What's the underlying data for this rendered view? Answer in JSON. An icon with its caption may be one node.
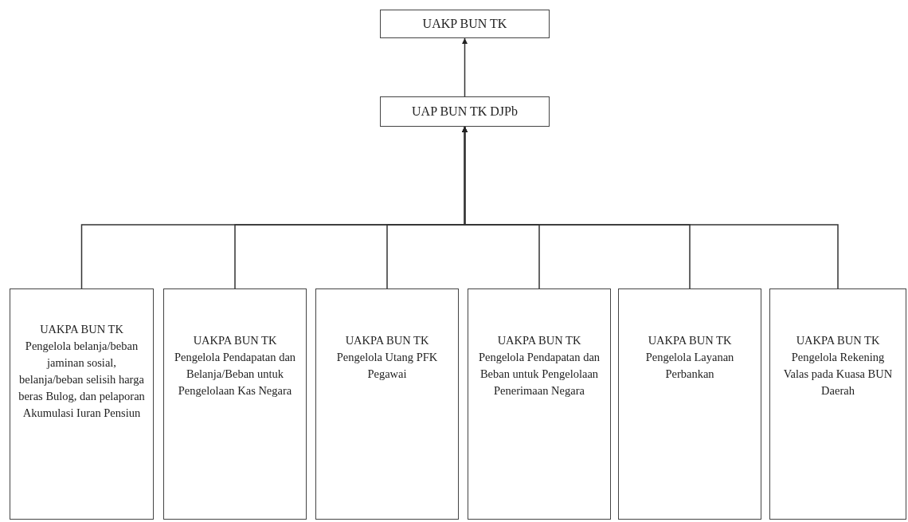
{
  "diagram": {
    "nodes": [
      {
        "text": [
          "UAKP BUN TK"
        ]
      },
      {
        "text": [
          "UAP BUN TK DJPb"
        ]
      },
      {
        "text": [
          "UAKPA BUN TK Pengelola belanja/beban jaminan sosial, belanja/beban selisih harga beras Bulog, dan pelaporan Akumulasi Iuran Pensiun"
        ]
      },
      {
        "text": [
          "UAKPA BUN TK Pengelola Pendapatan dan Belanja/Beban untuk Pengelolaan Kas Negara"
        ]
      },
      {
        "text": [
          "UAKPA BUN TK Pengelola Utang PFK Pegawai"
        ]
      },
      {
        "text": [
          "UAKPA BUN TK Pengelola Pendapatan dan Beban untuk Pengelolaan Penerimaan Negara"
        ]
      },
      {
        "text": [
          "UAKPA BUN TK Pengelola Layanan Perbankan"
        ]
      },
      {
        "text": [
          "UAKPA BUN TK Pengelola Rekening Valas pada Kuasa BUN Daerah"
        ]
      }
    ],
    "edges": [
      {
        "from": 1,
        "to": 0,
        "arrow": "to"
      },
      {
        "from": 2,
        "to": 1,
        "arrow": "to"
      },
      {
        "from": 3,
        "to": 1,
        "arrow": "to"
      },
      {
        "from": 4,
        "to": 1,
        "arrow": "to"
      },
      {
        "from": 5,
        "to": 1,
        "arrow": "to"
      },
      {
        "from": 6,
        "to": 1,
        "arrow": "to"
      },
      {
        "from": 7,
        "to": 1,
        "arrow": "to"
      }
    ]
  }
}
